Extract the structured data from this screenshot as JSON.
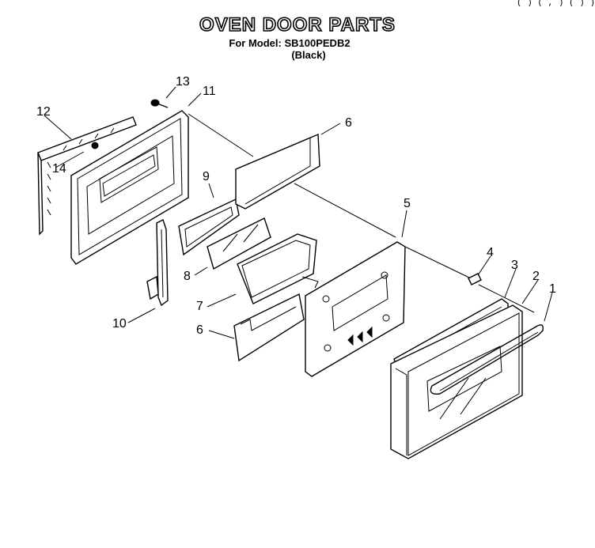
{
  "header": {
    "title": "OVEN DOOR PARTS",
    "model": "For Model: SB100PEDB2",
    "color": "(Black)",
    "clipped_top_text": "(      )    (   ,  )       (   )    )"
  },
  "callouts": [
    {
      "id": "1",
      "text": "1"
    },
    {
      "id": "2",
      "text": "2"
    },
    {
      "id": "3",
      "text": "3"
    },
    {
      "id": "4",
      "text": "4"
    },
    {
      "id": "5",
      "text": "5"
    },
    {
      "id": "6a",
      "text": "6"
    },
    {
      "id": "6b",
      "text": "6"
    },
    {
      "id": "7",
      "text": "7"
    },
    {
      "id": "8",
      "text": "8"
    },
    {
      "id": "9",
      "text": "9"
    },
    {
      "id": "10",
      "text": "10"
    },
    {
      "id": "11",
      "text": "11"
    },
    {
      "id": "12",
      "text": "12"
    },
    {
      "id": "13",
      "text": "13"
    },
    {
      "id": "14",
      "text": "14"
    }
  ]
}
